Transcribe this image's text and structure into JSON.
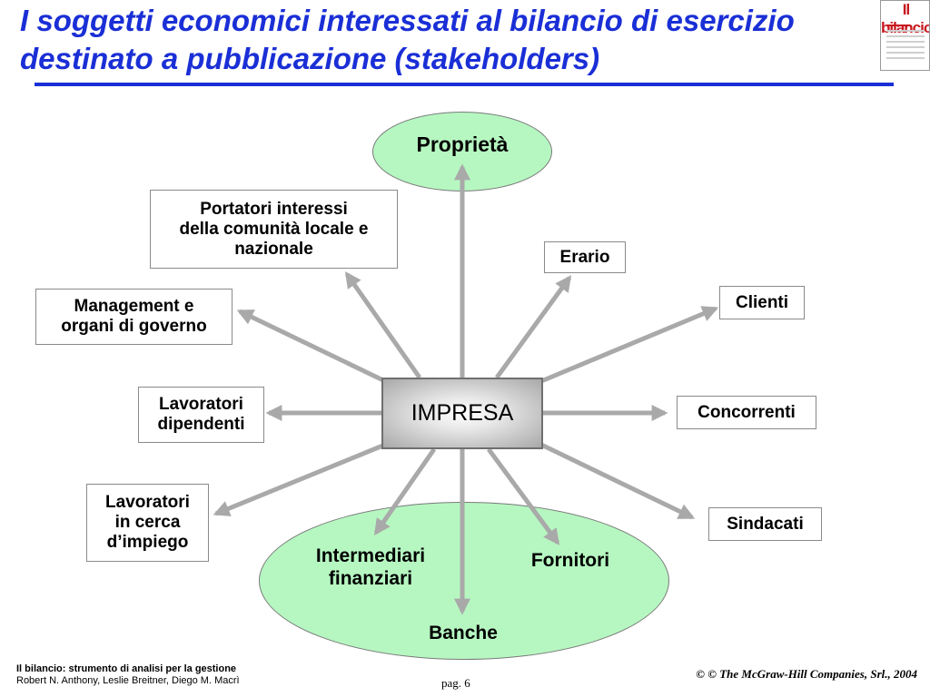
{
  "title": {
    "line1": "I soggetti economici interessati al bilancio di esercizio",
    "line2": "destinato a pubblicazione (stakeholders)"
  },
  "cover": {
    "title": "Il bilancio"
  },
  "center": {
    "label": "IMPRESA"
  },
  "top_ellipse": {
    "label": "Proprietà"
  },
  "stakeholders": {
    "portatori": {
      "line1": "Portatori interessi",
      "line2": "della comunità locale e",
      "line3": "nazionale"
    },
    "erario": "Erario",
    "management": {
      "line1": "Management e",
      "line2": "organi di governo"
    },
    "clienti": "Clienti",
    "dipendenti": {
      "line1": "Lavoratori",
      "line2": "dipendenti"
    },
    "concorrenti": "Concorrenti",
    "cerca": {
      "line1": "Lavoratori",
      "line2": "in cerca",
      "line3": "d’impiego"
    },
    "sindacati": "Sindacati"
  },
  "bottom_ellipse": {
    "intermediari": {
      "line1": "Intermediari",
      "line2": "finanziari"
    },
    "fornitori": "Fornitori",
    "banche": "Banche"
  },
  "footer": {
    "book": "Il bilancio: strumento di analisi per la gestione",
    "authors": "Robert N. Anthony, Leslie Breitner, Diego M. Macrì",
    "page": "pag.  6",
    "copyright": "© © The McGraw-Hill Companies, Srl., 2004"
  },
  "colors": {
    "title": "#1a2fd6",
    "ellipse_fill": "#b6f7c1",
    "arrow": "#a9a9a9",
    "cover_title": "#c8171e"
  }
}
